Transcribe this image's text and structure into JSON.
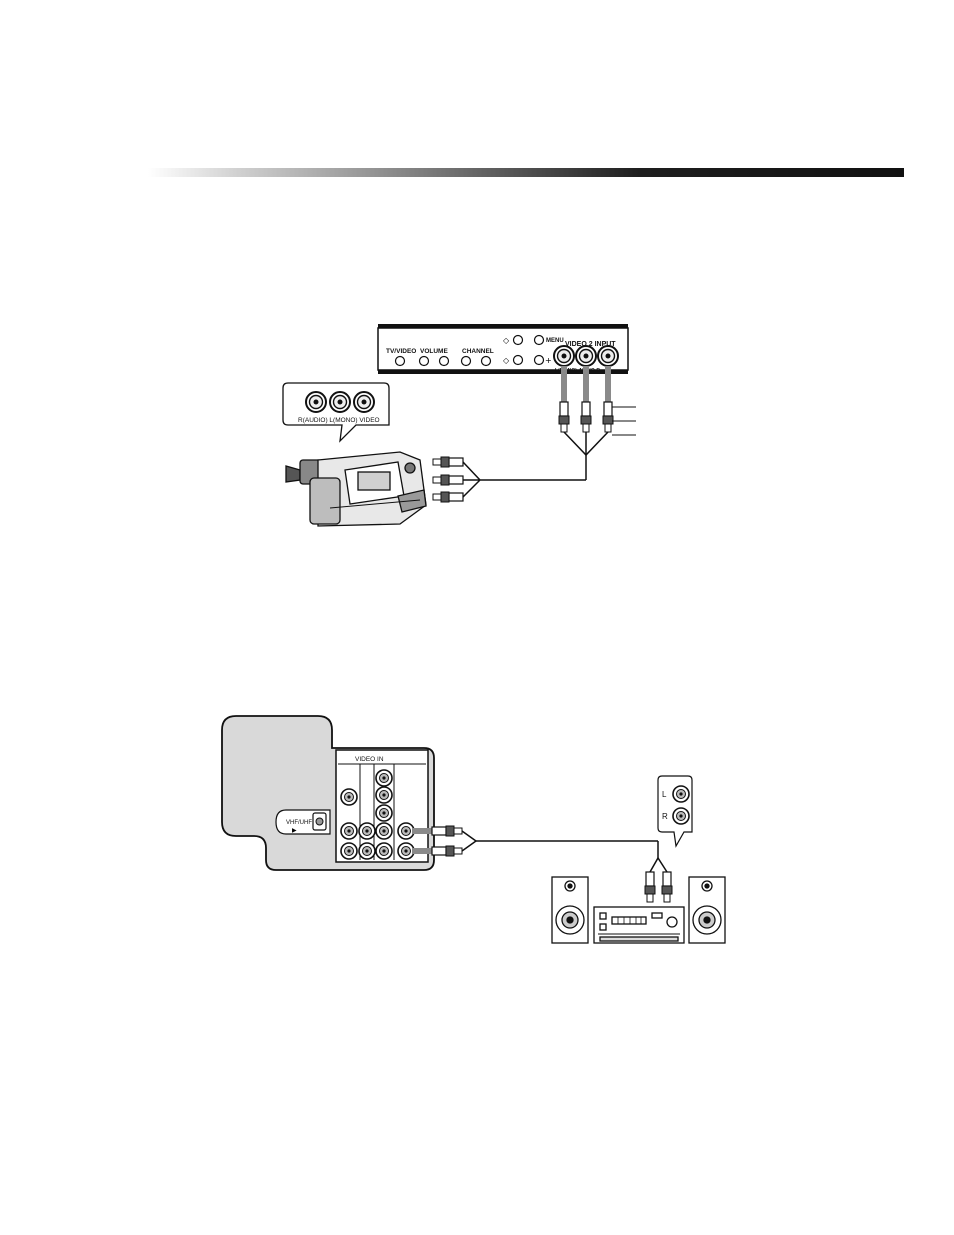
{
  "figure1": {
    "tv_panel": {
      "tv_video": "TV/VIDEO",
      "volume": "VOLUME",
      "channel": "CHANNEL",
      "menu": "MENU",
      "input_title": "VIDEO 2 INPUT",
      "input_sub": "L(MONO)-AUDIO-R"
    },
    "camcorder_callout": {
      "jack_labels": "R(AUDIO) L(MONO) VIDEO"
    }
  },
  "figure2": {
    "tv_back": {
      "video_in": "VIDEO IN",
      "vhf_uhf": "VHF/UHF"
    },
    "stereo_callout": {
      "left": "L",
      "right": "R"
    }
  },
  "colors": {
    "ink": "#111111",
    "panel_gray": "#d9d9d9",
    "cable_gray": "#8a8a8a"
  }
}
